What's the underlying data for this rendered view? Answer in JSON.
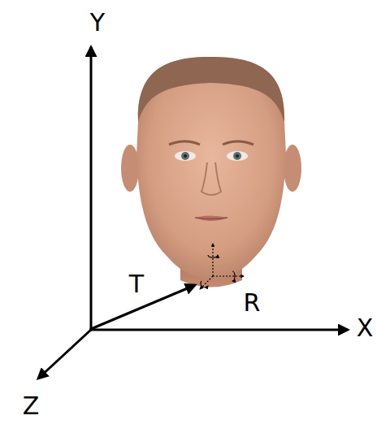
{
  "diagram": {
    "labels": [
      "Y",
      "T",
      "R",
      "X",
      "Z"
    ]
  }
}
